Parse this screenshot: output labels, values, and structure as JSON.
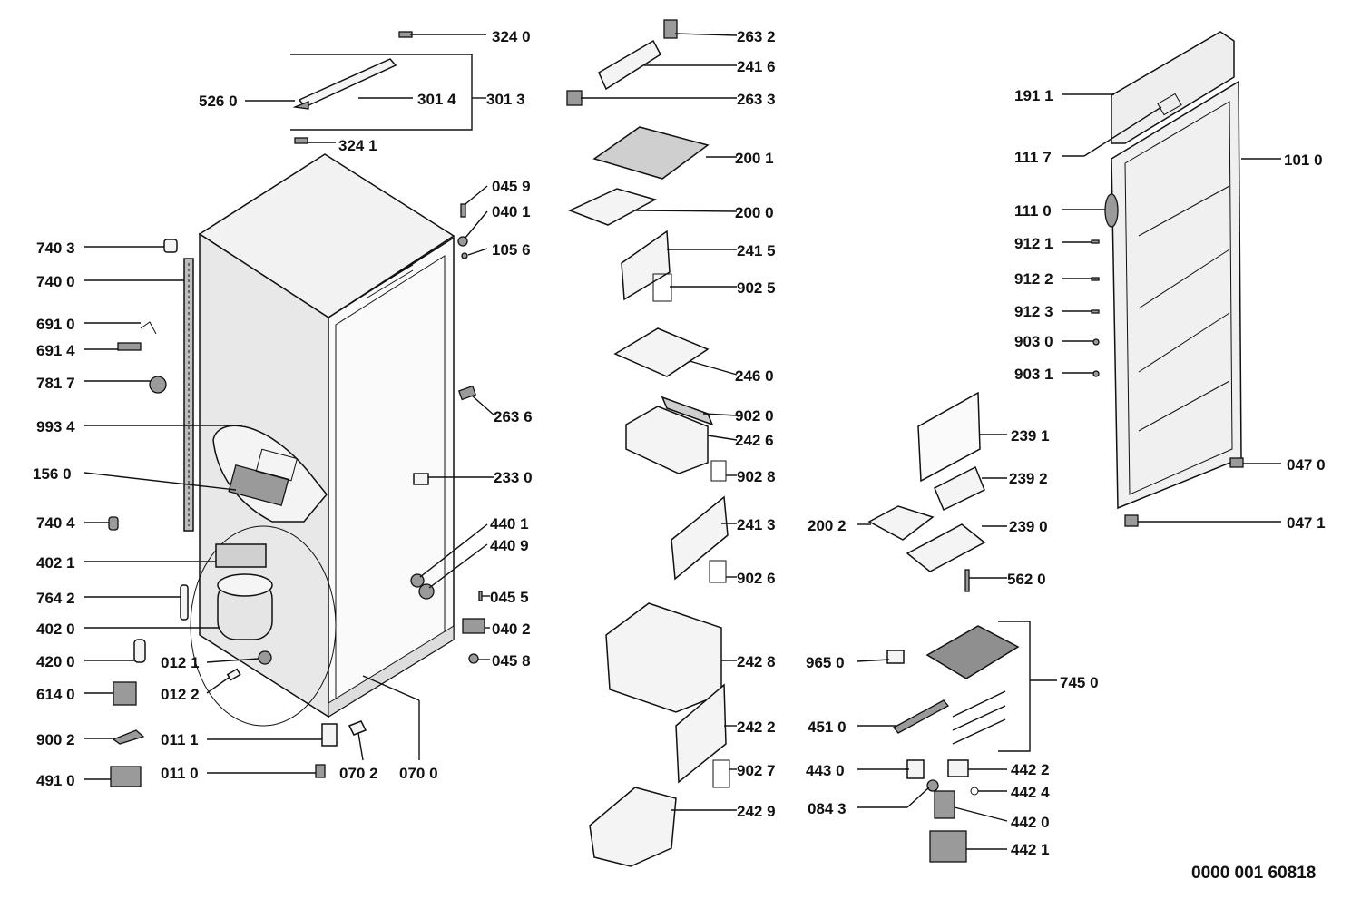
{
  "document": {
    "drawing_number": "0000 001 60818",
    "labels": {
      "l3240": "324 0",
      "l3013": "301 3",
      "l5260": "526 0",
      "l3014": "301 4",
      "l3241": "324 1",
      "l0459": "045 9",
      "l0401": "040 1",
      "l1056": "105 6",
      "l7403": "740 3",
      "l7400": "740 0",
      "l6910": "691 0",
      "l6914": "691 4",
      "l7817": "781 7",
      "l9934": "993 4",
      "l1560": "156 0",
      "l7404": "740 4",
      "l4021": "402 1",
      "l7642": "764 2",
      "l4020": "402 0",
      "l4200": "420 0",
      "l0121": "012 1",
      "l6140": "614 0",
      "l0122": "012 2",
      "l9002": "900 2",
      "l0111": "011 1",
      "l4910": "491 0",
      "l0110": "011 0",
      "l0702": "070 2",
      "l0700": "070 0",
      "l2636": "263 6",
      "l2330": "233 0",
      "l4401": "440 1",
      "l4409": "440 9",
      "l0455": "045 5",
      "l0402": "040 2",
      "l0458": "045 8",
      "l2632": "263 2",
      "l2416": "241 6",
      "l2633": "263 3",
      "l2001": "200 1",
      "l2000": "200 0",
      "l2415": "241 5",
      "l9025": "902 5",
      "l2460": "246 0",
      "l9020": "902 0",
      "l2426": "242 6",
      "l9028": "902 8",
      "l2413": "241 3",
      "l9026": "902 6",
      "l2428": "242 8",
      "l2422": "242 2",
      "l9027": "902 7",
      "l2429": "242 9",
      "l1911": "191 1",
      "l1117": "111 7",
      "l1010": "101 0",
      "l1110": "111 0",
      "l9121": "912 1",
      "l9122": "912 2",
      "l9123": "912 3",
      "l9030": "903 0",
      "l9031": "903 1",
      "l0470": "047 0",
      "l0471": "047 1",
      "l2391": "239 1",
      "l2392": "239 2",
      "l2002": "200 2",
      "l2390": "239 0",
      "l5620": "562 0",
      "l9650": "965 0",
      "l7450": "745 0",
      "l4510": "451 0",
      "l4430": "443 0",
      "l4422": "442 2",
      "l4424": "442 4",
      "l0843": "084 3",
      "l4420": "442 0",
      "l4421": "442 1"
    }
  }
}
